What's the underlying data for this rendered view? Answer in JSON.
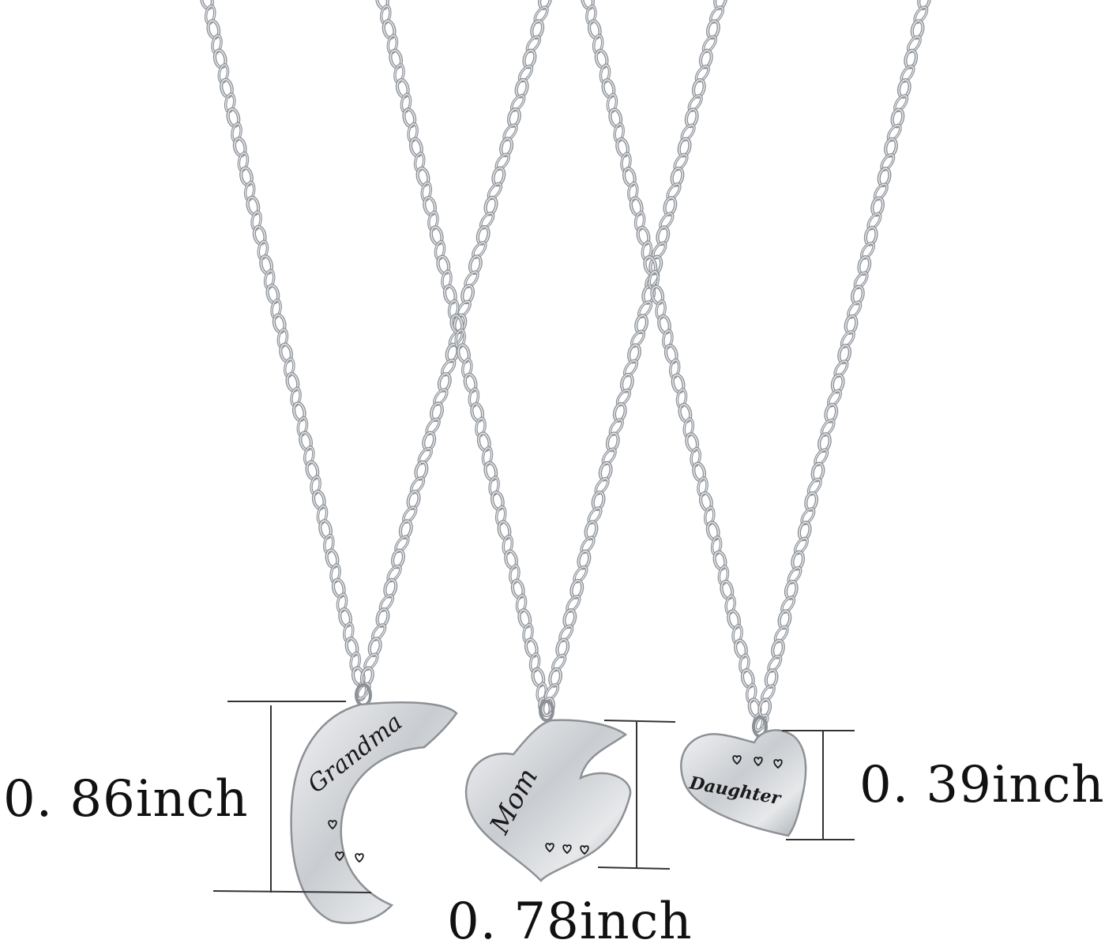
{
  "pendants": [
    {
      "name": "grandma",
      "engraving": "Grandma",
      "shape": "crescent-moon",
      "hearts": 3
    },
    {
      "name": "mom",
      "engraving": "Mom",
      "shape": "heart-with-cutout",
      "hearts": 3
    },
    {
      "name": "daughter",
      "engraving": "Daughter",
      "shape": "heart",
      "hearts": 3
    }
  ],
  "dimensions": {
    "grandma": "0. 86inch",
    "mom": "0. 78inch",
    "daughter": "0. 39inch"
  },
  "colors": {
    "background": "#ffffff",
    "silver": "#c9ccd0",
    "silver_dark": "#8d9196",
    "engraving": "#1a1a1a",
    "dimension_line": "#333333"
  }
}
